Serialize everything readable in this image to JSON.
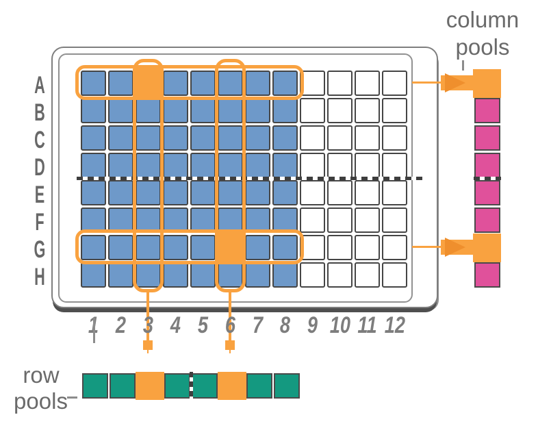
{
  "labels": {
    "column_pools": {
      "line1": "column",
      "line2": "pools"
    },
    "row_pools": {
      "line1": "row",
      "line2": "pools"
    }
  },
  "plate": {
    "row_labels": [
      "A",
      "B",
      "C",
      "D",
      "E",
      "F",
      "G",
      "H"
    ],
    "column_labels": [
      "1",
      "2",
      "3",
      "4",
      "5",
      "6",
      "7",
      "8",
      "9",
      "10",
      "11",
      "12"
    ],
    "total_rows": 8,
    "total_columns": 12,
    "filled_columns": 8,
    "pooled_rows": [
      "A",
      "G"
    ],
    "pooled_columns": [
      "3",
      "6"
    ],
    "orange_wells": [
      "A3",
      "G6"
    ],
    "fold_line_between_rows": [
      "D",
      "E"
    ]
  },
  "column_pools_strip": {
    "cells": [
      "orange",
      "pink",
      "pink",
      "pink",
      "pink",
      "pink",
      "orange",
      "pink"
    ],
    "dashed_divider_after_cell": 4
  },
  "row_pools_strip": {
    "cells": [
      "green",
      "green",
      "orange",
      "green",
      "green",
      "orange",
      "green",
      "green"
    ],
    "dashed_divider_after_cell": 4
  },
  "colors": {
    "well_blue": "#6E99C9",
    "well_empty": "#FFFFFF",
    "well_border": "#454545",
    "accent_orange": "#F9A240",
    "arrow_dark_orange": "#EF8F2D",
    "pool_pink": "#E0519B",
    "pool_green": "#149980",
    "label_gray": "#6A6A6A",
    "number_gray": "#7D7D7D",
    "plate_border_gray": "#7E7E7E"
  }
}
